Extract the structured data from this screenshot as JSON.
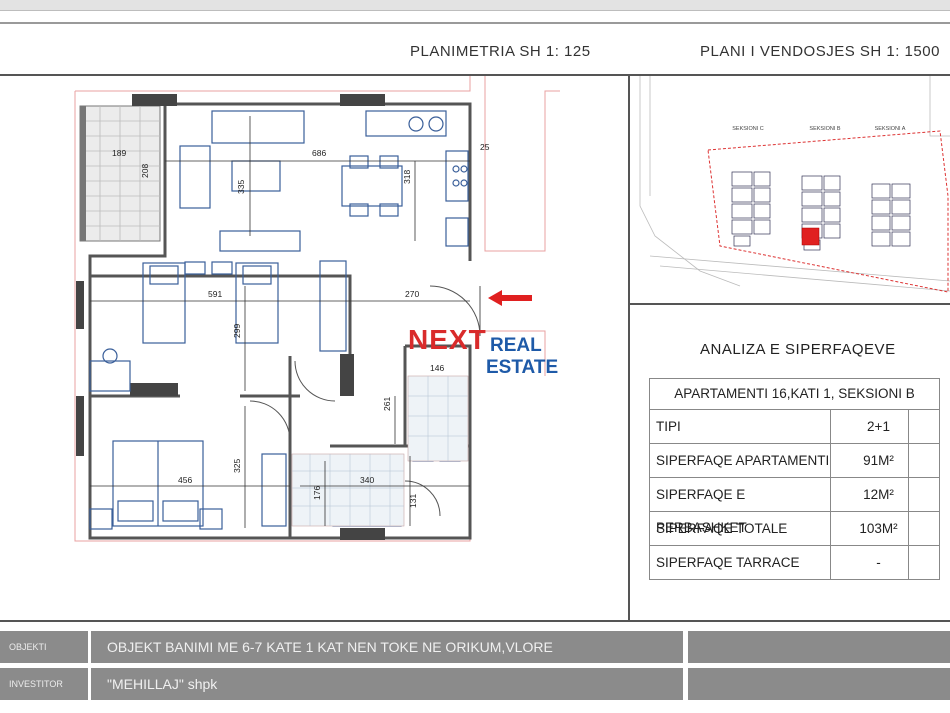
{
  "header": {
    "planimetria": "PLANIMETRIA  SH 1: 125",
    "plani_vendosjes": "PLANI I VENDOSJES SH 1: 1500"
  },
  "plan": {
    "dims": [
      "189",
      "208",
      "686",
      "335",
      "318",
      "25",
      "591",
      "270",
      "299",
      "146",
      "261",
      "456",
      "325",
      "176",
      "340",
      "131"
    ]
  },
  "logo": {
    "next": "NEXT",
    "real": "REAL",
    "estate": "ESTATE"
  },
  "site": {
    "sections": [
      "SEKSIONI C",
      "SEKSIONI B",
      "SEKSIONI A"
    ]
  },
  "analysis": {
    "title": "ANALIZA E SIPERFAQEVE",
    "table_header": "APARTAMENTI  16,KATI 1, SEKSIONI B",
    "rows": [
      {
        "label": "TIPI",
        "value": "2+1"
      },
      {
        "label": "SIPERFAQE APARTAMENTI",
        "value": "91M²"
      },
      {
        "label": "SIPERFAQE E PERBASHKET",
        "value": "12M²"
      },
      {
        "label": "SIPERFAQE TOTALE",
        "value": "103M²"
      },
      {
        "label": "SIPERFAQE TARRACE",
        "value": "-"
      }
    ]
  },
  "footer": {
    "objekti_label": "OBJEKTI",
    "objekti_value": "OBJEKT BANIMI  ME 6-7 KATE 1 KAT NEN TOKE NE ORIKUM,VLORE",
    "investitor_label": "INVESTITOR",
    "investitor_value": "\"MEHILLAJ\" shpk"
  },
  "colors": {
    "wall": "#555555",
    "furniture": "#3a5f9a",
    "arrow": "#e02020",
    "logo_red": "#d92b2b",
    "logo_blue": "#1e5aa8"
  }
}
